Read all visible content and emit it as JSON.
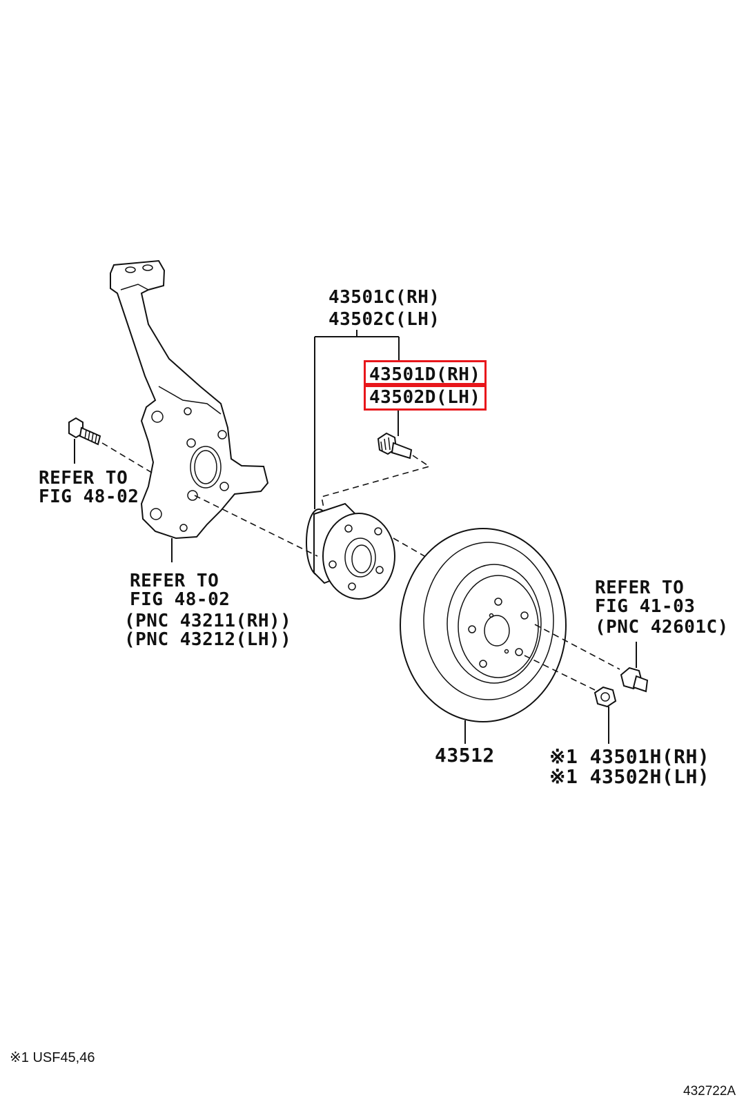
{
  "labels": {
    "hub_assy_rh": "43501C(RH)",
    "hub_assy_lh": "43502C(LH)",
    "hub_bolt_rh": "43501D(RH)",
    "hub_bolt_lh": "43502D(LH)",
    "knuckle_bolt_refer_1": "REFER TO",
    "knuckle_bolt_refer_2": "FIG 48-02",
    "knuckle_refer_1": "REFER TO",
    "knuckle_refer_2": "FIG 48-02",
    "knuckle_pnc_rh": "(PNC 43211(RH))",
    "knuckle_pnc_lh": "(PNC 43212(LH))",
    "wheel_nut_refer_1": "REFER TO",
    "wheel_nut_refer_2": "FIG 41-03",
    "wheel_nut_pnc": "(PNC 42601C)",
    "disc": "43512",
    "nut_rh": "※1 43501H(RH)",
    "nut_lh": "※1 43502H(LH)"
  },
  "footer": {
    "note": "※1 USF45,46",
    "figure_code": "432722A"
  },
  "colors": {
    "highlight": "#e8161b",
    "ink": "#111111"
  }
}
